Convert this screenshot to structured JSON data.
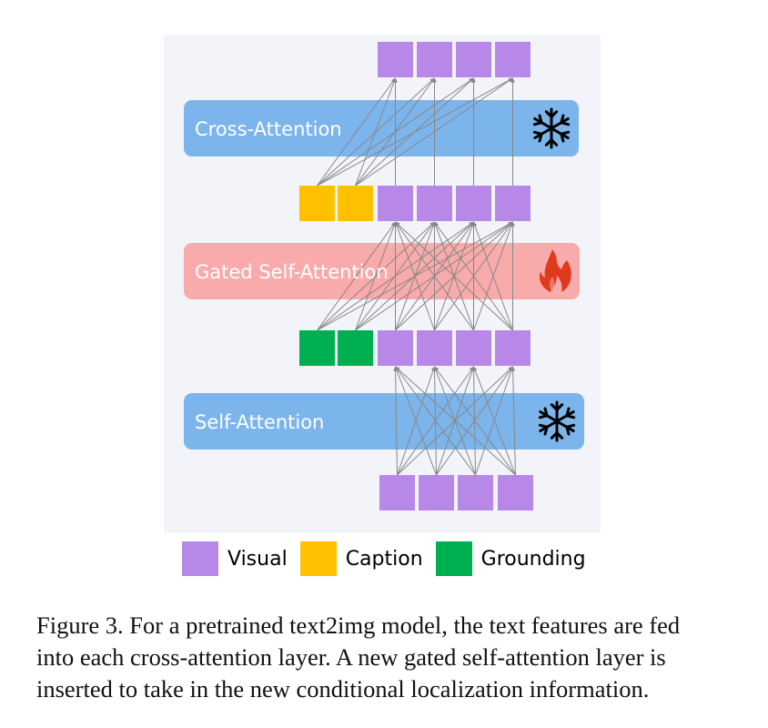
{
  "figure": {
    "layers": [
      {
        "id": "cross",
        "label": "Cross-Attention",
        "status_icon": "snowflake-icon",
        "status": "frozen",
        "color": "#7cb4ec"
      },
      {
        "id": "gated",
        "label": "Gated Self-Attention",
        "status_icon": "fire-icon",
        "status": "trainable",
        "color": "#f9aaaa"
      },
      {
        "id": "self",
        "label": "Self-Attention",
        "status_icon": "snowflake-icon",
        "status": "frozen",
        "color": "#7cb4ec"
      }
    ],
    "token_rows": [
      {
        "name": "output-tokens",
        "tokens": [
          "visual",
          "visual",
          "visual",
          "visual"
        ]
      },
      {
        "name": "caption-visual-tokens",
        "tokens": [
          "caption",
          "caption",
          "visual",
          "visual",
          "visual",
          "visual"
        ]
      },
      {
        "name": "grounding-visual-tokens",
        "tokens": [
          "grounding",
          "grounding",
          "visual",
          "visual",
          "visual",
          "visual"
        ]
      },
      {
        "name": "input-tokens",
        "tokens": [
          "visual",
          "visual",
          "visual",
          "visual"
        ]
      }
    ],
    "colors": {
      "visual": "#b888e8",
      "caption": "#ffc000",
      "grounding": "#00b050",
      "arrow": "#888888",
      "panel": "#f2f4f9",
      "snowflake": "#000000",
      "fire": "#e03a1e"
    }
  },
  "legend": [
    {
      "key": "visual",
      "label": "Visual"
    },
    {
      "key": "caption",
      "label": "Caption"
    },
    {
      "key": "grounding",
      "label": "Grounding"
    }
  ],
  "caption": {
    "lines": [
      "Figure 3. For a pretrained text2img model, the text features are fed",
      "into each cross-attention layer. A new gated self-attention layer is",
      "inserted to take in the new conditional localization information."
    ]
  }
}
